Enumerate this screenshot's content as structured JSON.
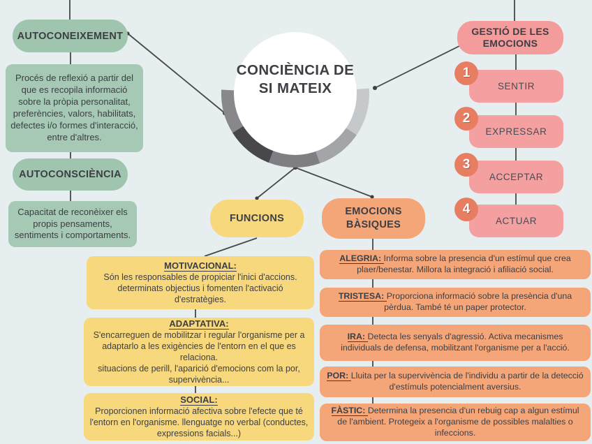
{
  "colors": {
    "background": "#e7eef0",
    "green": "#a1c6b0",
    "pink": "#f49b9c",
    "badge_coral": "#e77e62",
    "yellow": "#f8d87d",
    "orange": "#f5a678",
    "line": "#474747",
    "arc_segments": [
      "#87878c",
      "#47474c",
      "#7e7e83",
      "#a3a5a9",
      "#c6c9cb"
    ]
  },
  "center": {
    "title": "CONCIÈNCIA DE SI MATEIX"
  },
  "left_branch": {
    "autoconeixement": {
      "label": "AUTOCONEIXEMENT",
      "description": "Procés de reflexió a partir del que es recopila informació sobre la pròpia personalitat, preferències, valors, habilitats, defectes i/o formes d'interacció, entre d'altres."
    },
    "autoconsciencia": {
      "label": "AUTOCONSCIÈNCIA",
      "description": "Capacitat de reconèixer els propis pensaments, sentiments i comportaments."
    }
  },
  "gestio_branch": {
    "label": "GESTIÓ DE LES EMOCIONS",
    "steps": [
      {
        "number": "1",
        "label": "SENTIR"
      },
      {
        "number": "2",
        "label": "EXPRESSAR"
      },
      {
        "number": "3",
        "label": "ACCEPTAR"
      },
      {
        "number": "4",
        "label": "ACTUAR"
      }
    ]
  },
  "funcions_branch": {
    "label": "FUNCIONS",
    "items": [
      {
        "title": "MOTIVACIONAL",
        "text": "Són les responsables de propiciar l'inici d'accions. determinats objectius i fomenten l'activació d'estratègies."
      },
      {
        "title": "ADAPTATIVA",
        "text": "S'encarreguen de mobilitzar i regular l'organisme per a adaptarlo a les exigències de l'entorn en el que es relaciona.\nsituacions de perill, l'aparició d'emocions com la por, supervivència..."
      },
      {
        "title": "SOCIAL",
        "text": "Proporcionen informació afectiva sobre l'efecte que té l'entorn en l'organisme. llenguatge no verbal (conductes, expressions facials...)"
      }
    ]
  },
  "emocions_branch": {
    "label": "EMOCIONS BÀSIQUES",
    "items": [
      {
        "title": "ALEGRIA",
        "text": "Informa sobre la presencia d'un estímul que crea plaer/benestar. Millora la integració i afiliació social."
      },
      {
        "title": "TRISTESA",
        "text": "Proporciona informació sobre la presència d'una pèrdua. També té un paper protector."
      },
      {
        "title": "IRA",
        "text": "Detecta les senyals d'agressió. Activa mecanismes individuals de defensa, mobilitzant l'organisme per a l'acció."
      },
      {
        "title": "POR",
        "text": "Lluita per la supervivència de l'individu a partir de la detecció d'estímuls potencialment aversius."
      },
      {
        "title": "FÀSTIC",
        "text": "Determina la presencia d'un rebuig cap a algun estímul de l'ambient. Protegeix a l'organisme de possibles malalties o infeccions."
      }
    ]
  }
}
